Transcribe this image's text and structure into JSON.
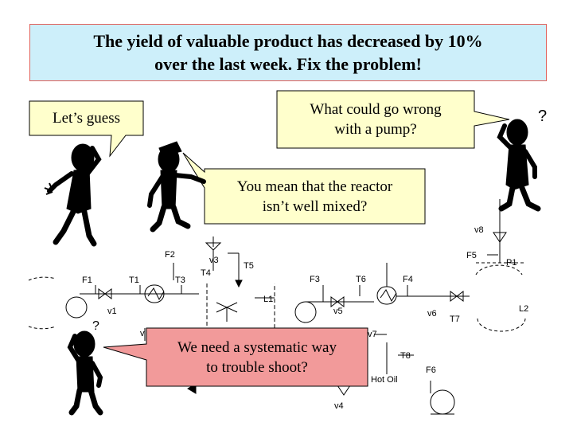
{
  "title": {
    "line1": "The yield of valuable product has decreased by 10%",
    "line2": "over the last week.  Fix the problem!"
  },
  "bubbles": {
    "guess": "Let’s guess",
    "pump_line1": "What could go wrong",
    "pump_line2": "with a pump?",
    "mixed_line1": "You mean that the reactor",
    "mixed_line2": "isn’t well mixed?",
    "systematic_line1": "We need a systematic way",
    "systematic_line2": "to trouble shoot?"
  },
  "process_labels": {
    "F1": "F1",
    "T1": "T1",
    "T3": "T3",
    "F2": "F2",
    "v3": "v3",
    "T4": "T4",
    "T5": "T5",
    "L1": "L1",
    "F3": "F3",
    "T6": "T6",
    "F4": "F4",
    "v1": "v1",
    "v5": "v5",
    "v6": "v6",
    "T7": "T7",
    "F5": "F5",
    "P1": "P1",
    "L2": "L2",
    "v8": "v8",
    "v7": "v7",
    "T8": "T8",
    "F6": "F6",
    "v4": "v4",
    "hot_oil": "Hot Oil",
    "v_partial": "v"
  },
  "question_marks": {
    "right": "?",
    "lower_left": "?"
  },
  "colors": {
    "title_fill": "#cdeffa",
    "title_border": "#e0605a",
    "bubble_fill": "#ffffcc",
    "bubble_systematic_fill": "#f29a9a",
    "figure": "#000000"
  }
}
